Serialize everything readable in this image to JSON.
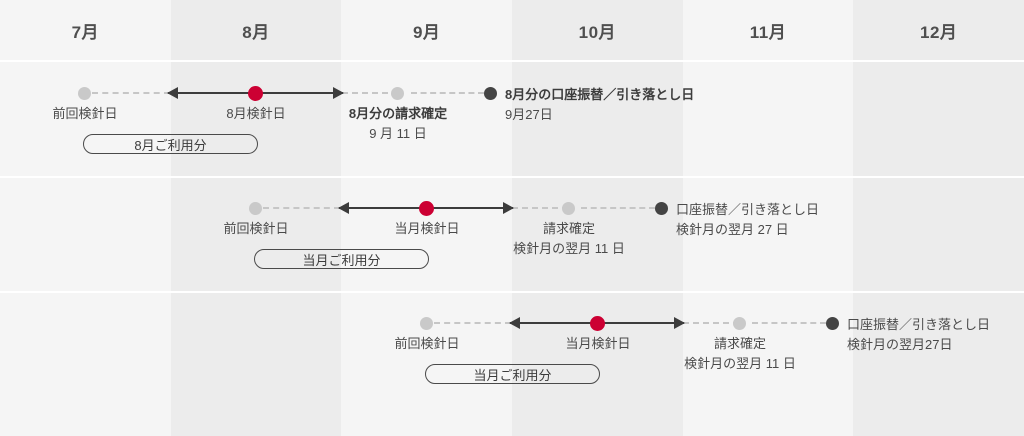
{
  "theme": {
    "accent_red": "#cc0033",
    "dark_dot": "#444444",
    "gray_dot": "#c9c9c9",
    "stripe_light": "#f5f5f5",
    "stripe_dark": "#ececec",
    "text": "#4a4a4a"
  },
  "header": {
    "months": [
      {
        "label": "7月",
        "shade": "light"
      },
      {
        "label": "8月",
        "shade": "dark"
      },
      {
        "label": "9月",
        "shade": "light"
      },
      {
        "label": "10月",
        "shade": "dark"
      },
      {
        "label": "11月",
        "shade": "light"
      },
      {
        "label": "12月",
        "shade": "dark"
      }
    ]
  },
  "rows": [
    {
      "id": "row-august-example",
      "previous_reading": "前回検針日",
      "current_reading": "8月検針日",
      "billing_confirmed_title": "8月分の請求確定",
      "billing_confirmed_date": "9 月 11 日",
      "debit_title": "8月分の口座振替／引き落とし日",
      "debit_date": "9月27日",
      "usage_pill": "8月ご利用分"
    },
    {
      "id": "row-current-month-1",
      "previous_reading": "前回検針日",
      "current_reading": "当月検針日",
      "billing_confirmed_title": "請求確定",
      "billing_confirmed_date": "検針月の翌月 11 日",
      "debit_title": "口座振替／引き落とし日",
      "debit_date": "検針月の翌月 27 日",
      "usage_pill": "当月ご利用分"
    },
    {
      "id": "row-current-month-2",
      "previous_reading": "前回検針日",
      "current_reading": "当月検針日",
      "billing_confirmed_title": "請求確定",
      "billing_confirmed_date": "検針月の翌月 11 日",
      "debit_title": "口座振替／引き落とし日",
      "debit_date": "検針月の翌月27日",
      "usage_pill": "当月ご利用分"
    }
  ]
}
